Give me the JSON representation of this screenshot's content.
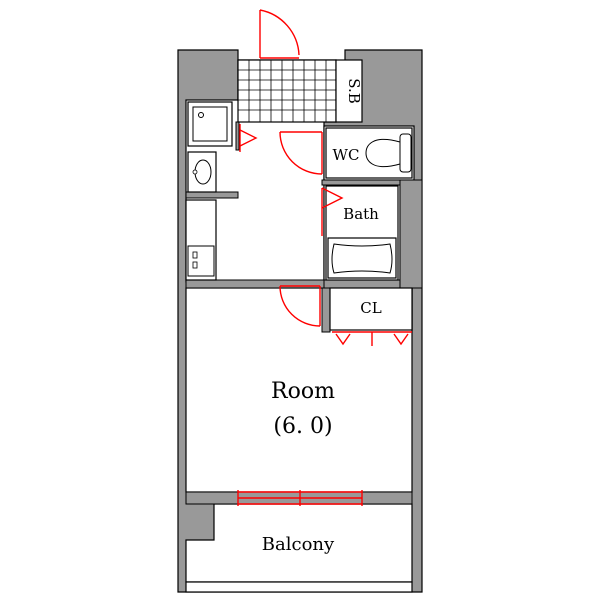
{
  "rooms": {
    "storage_box": "S.B",
    "wc": "WC",
    "bath": "Bath",
    "closet": "CL",
    "room": "Room",
    "room_size": "(6. 0)",
    "balcony": "Balcony"
  },
  "colors": {
    "wall": "#999999",
    "door": "#ff0000",
    "line": "#000000",
    "background": "#ffffff"
  }
}
